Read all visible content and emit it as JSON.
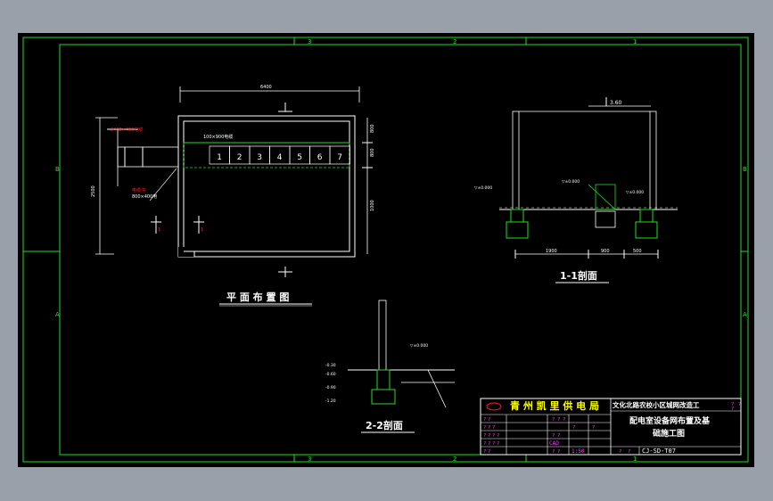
{
  "colors": {
    "background": "#000000",
    "frame": "#22dd22",
    "white": "#ffffff",
    "red": "#ff2020",
    "cyan": "#00e0e0",
    "magenta": "#ff40ff",
    "yellow": "#ffff00",
    "green": "#22dd22"
  },
  "frame": {
    "zone_top": [
      "3",
      "2",
      "1"
    ],
    "zone_bottom": [
      "3",
      "2",
      "1"
    ],
    "zone_left": [
      "B",
      "A"
    ],
    "zone_right": [
      "B",
      "A"
    ]
  },
  "plan": {
    "title": "平 面 布 置 图",
    "dim_top": "6400",
    "dim_left": "2500",
    "dim_right_1": "800",
    "dim_right_2": "800",
    "dim_right_3": "1000",
    "callout_1": "2400×400电缆",
    "callout_2": "800×400电",
    "callout_3": "电缆沟",
    "bar_label": "100×900电缆",
    "cabinets": [
      "1",
      "2",
      "3",
      "4",
      "5",
      "6",
      "7"
    ],
    "section_mark": "1"
  },
  "section11": {
    "title": "1-1剖面",
    "dim_top": "3.60",
    "dim_b1": "1900",
    "dim_b2": "900",
    "dim_b3": "500",
    "note_l": "▽±0.000",
    "note_r": "▽±0.000",
    "note_c": "▽±0.000"
  },
  "section22": {
    "title": "2-2剖面",
    "level_1": "-0.30",
    "level_2": "-0.60",
    "level_3": "-0.90",
    "level_4": "-1.20",
    "note": "▽±0.000"
  },
  "titleblock": {
    "company": "青 州 凯 里 供 电 局",
    "project": "文化北路农校小区城网改造工",
    "drawing_title_1": "配电室设备网布置及基",
    "drawing_title_2": "础施工图",
    "drawing_no": "CJ-SD-T07",
    "scale": "1:50",
    "cad": "CAD",
    "q": "?"
  }
}
